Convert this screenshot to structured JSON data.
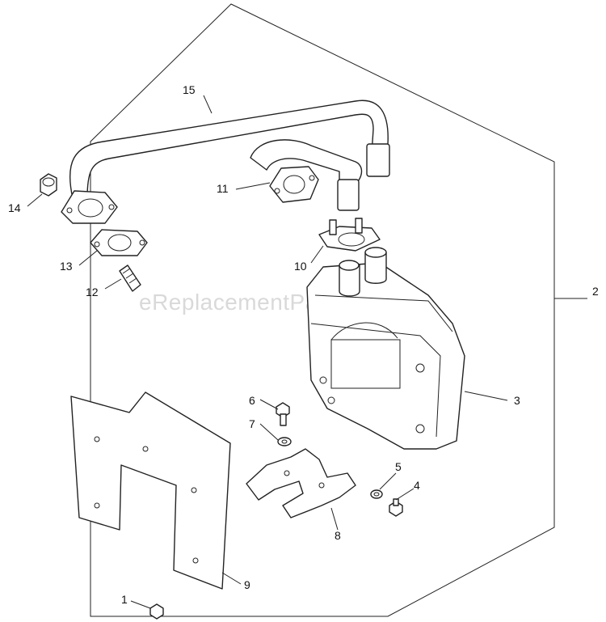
{
  "watermark": "eReplacementParts.com",
  "callouts": {
    "c1": "1",
    "c2": "2",
    "c3": "3",
    "c4": "4",
    "c5": "5",
    "c6": "6",
    "c7": "7",
    "c8": "8",
    "c9": "9",
    "c10": "10",
    "c11": "11",
    "c12": "12",
    "c13": "13",
    "c14": "14",
    "c15": "15"
  },
  "colors": {
    "line": "#222222",
    "watermark": "#d9d9d9",
    "background": "#ffffff"
  }
}
